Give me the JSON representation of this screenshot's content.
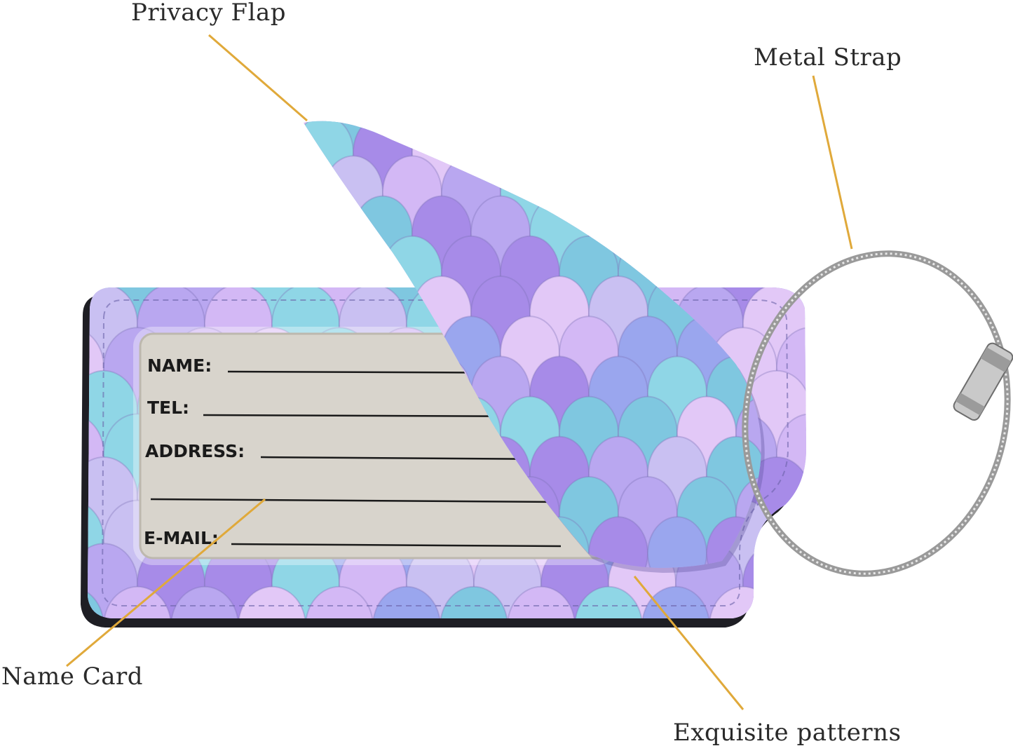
{
  "callouts": {
    "privacy_flap": "Privacy Flap",
    "metal_strap": "Metal Strap",
    "name_card": "Name Card",
    "exquisite_patterns": "Exquisite patterns"
  },
  "card_fields": {
    "name": "NAME:",
    "tel": "TEL:",
    "address": "ADDRESS:",
    "email": "E-MAIL:"
  },
  "colors": {
    "leader_line": "#e0a93a",
    "card": "#d8d4cc",
    "scale_palette": [
      "#b9a7f0",
      "#8fd6e6",
      "#a78be8",
      "#d3b8f5",
      "#7fc7e0",
      "#c9c0f2",
      "#9aa6ee",
      "#e2c8f7"
    ]
  }
}
